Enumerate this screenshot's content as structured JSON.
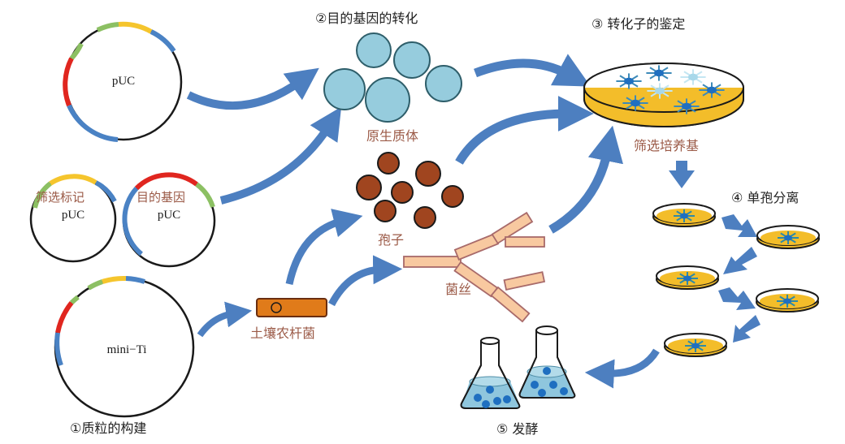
{
  "steps": {
    "step1": "①质粒的构建",
    "step2": "②目的基因的转化",
    "step3": "③ 转化子的鉴定",
    "step4": "④ 单孢分离",
    "step5": "⑤ 发酵"
  },
  "plasmids": {
    "puc_main": "pUC",
    "puc_marker_title": "筛选标记",
    "puc_marker": "pUC",
    "puc_gene_title": "目的基因",
    "puc_gene": "pUC",
    "mini_ti": "mini−Ti"
  },
  "labels": {
    "protoplast": "原生质体",
    "spore": "孢子",
    "hyphae": "菌丝",
    "agrobacterium": "土壤农杆菌",
    "selection_medium": "筛选培养基"
  },
  "colors": {
    "arrow": "#4d7fc0",
    "plasmid_red": "#e0261f",
    "plasmid_blue": "#4a82c4",
    "plasmid_green": "#8cc063",
    "plasmid_yellow": "#f5c52d",
    "protoplast": "#96ccdd",
    "spore": "#a0451f",
    "agar": "#f3bd2a",
    "hyphae": "#f8c9a0",
    "agrobacterium": "#e07b1a",
    "label_brown": "#9b5a47"
  }
}
